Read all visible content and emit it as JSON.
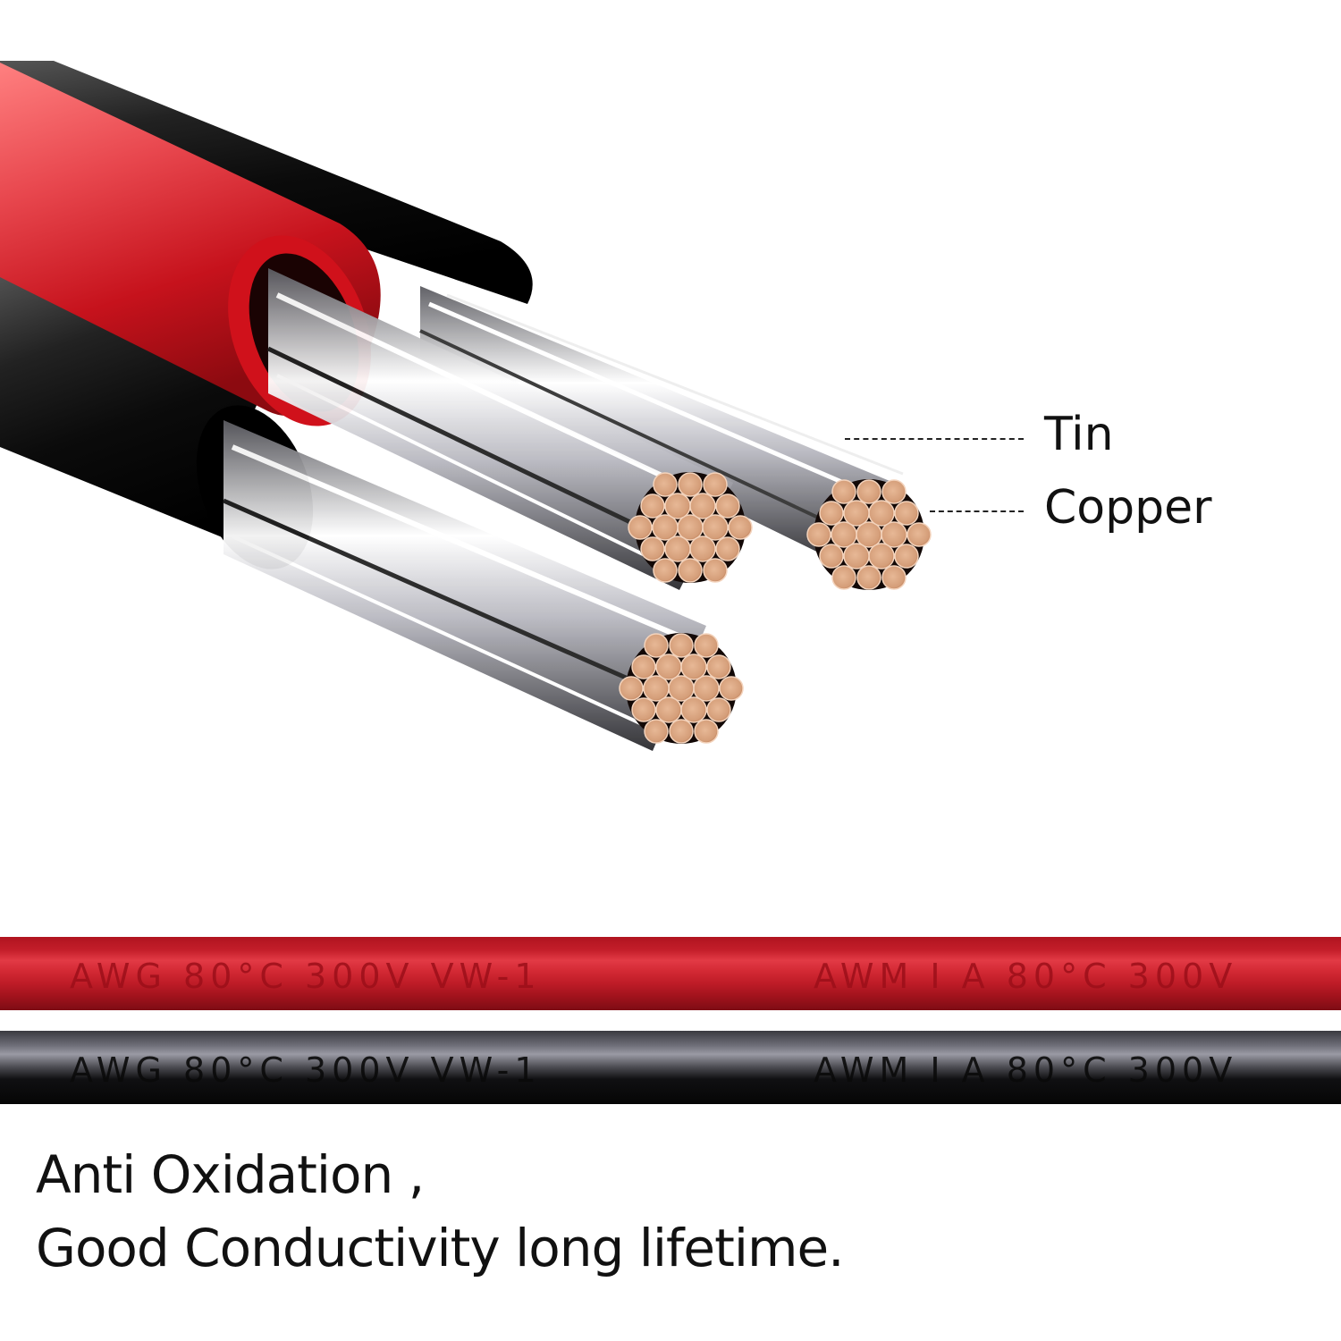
{
  "callouts": {
    "tin": "Tin",
    "copper": "Copper"
  },
  "cable_markings": {
    "red": {
      "segment_1": "AWG 80°C  300V  VW-1",
      "segment_2": "AWM I A  80°C  300V"
    },
    "black": {
      "segment_1": "AWG 80°C  300V  VW-1",
      "segment_2": "AWM I A  80°C  300V"
    }
  },
  "tagline": {
    "line_1": "Anti Oxidation ,",
    "line_2": "Good Conductivity long lifetime."
  },
  "colors": {
    "red_insulation": "#c41e2a",
    "black_insulation": "#111111",
    "copper": "#d9a27e",
    "tin": "#c8c8cc"
  }
}
